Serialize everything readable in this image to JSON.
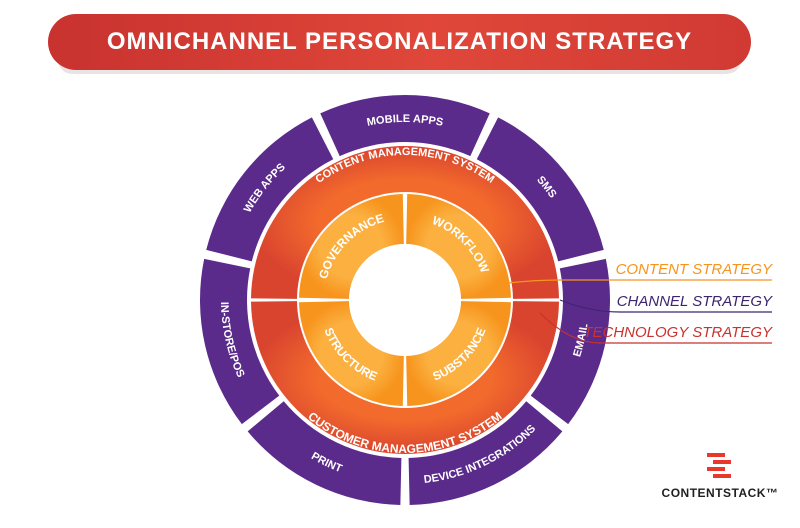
{
  "title": "OMNICHANNEL PERSONALIZATION STRATEGY",
  "outer_ring": {
    "color": "#5b2b8c",
    "segments": [
      "MOBILE APPS",
      "SMS",
      "EMAIL",
      "DEVICE INTEGRATIONS",
      "PRINT",
      "IN-STORE/POS",
      "WEB APPS"
    ]
  },
  "middle_ring": {
    "top_label": "CONTENT MANAGEMENT SYSTEM",
    "bottom_label": "CUSTOMER MANAGEMENT SYSTEM"
  },
  "inner_ring": {
    "quadrants": [
      "GOVERNANCE",
      "WORKFLOW",
      "SUBSTANCE",
      "STRUCTURE"
    ]
  },
  "legend": [
    {
      "label": "CONTENT STRATEGY",
      "color": "#f7941d"
    },
    {
      "label": "CHANNEL STRATEGY",
      "color": "#3d2470"
    },
    {
      "label": "TECHNOLOGY STRATEGY",
      "color": "#c8322f"
    }
  ],
  "logo": {
    "text": "CONTENTSTACK™",
    "icon": "contentstack-logo-icon"
  }
}
